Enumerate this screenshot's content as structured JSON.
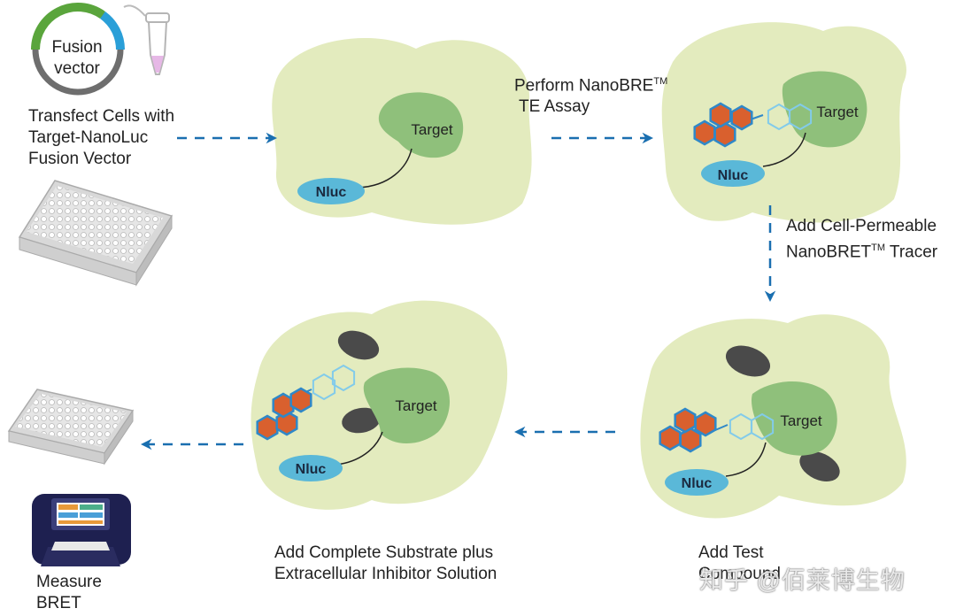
{
  "steps": {
    "transfect": [
      "Transfect Cells with",
      "Target-NanoLuc",
      "Fusion Vector"
    ],
    "perform": {
      "line1": "Perform NanoBRE",
      "tm": "TM",
      "line2": "TE Assay"
    },
    "tracer": {
      "line1": "Add Cell-Permeable",
      "line2_pre": "NanoBRET",
      "tm": "TM",
      "line2_post": " Tracer"
    },
    "compound": [
      "Add Test",
      "Compound"
    ],
    "substrate": [
      "Add Complete Substrate plus",
      "Extracellular Inhibitor Solution"
    ],
    "measure": [
      "Measure",
      "BRET"
    ]
  },
  "vector": {
    "line1": "Fusion",
    "line2": "vector"
  },
  "labels": {
    "target": "Target",
    "nluc": "Nluc"
  },
  "watermark": "知乎 @佰莱博生物",
  "colors": {
    "cell": "#e3ebbe",
    "target": "#8fc07b",
    "nluc": "#5ab8d8",
    "arrow": "#1a6fb0",
    "hexagon_fill": "#d9602e",
    "hexagon_stroke": "#2f88c8",
    "ring_light": "#82cbea",
    "compound": "#4a4a4a",
    "vector_green": "#5aa53c",
    "vector_blue": "#2a9fd8"
  },
  "icons": [
    "tube-icon",
    "well-plate-icon",
    "plate-reader-icon"
  ]
}
